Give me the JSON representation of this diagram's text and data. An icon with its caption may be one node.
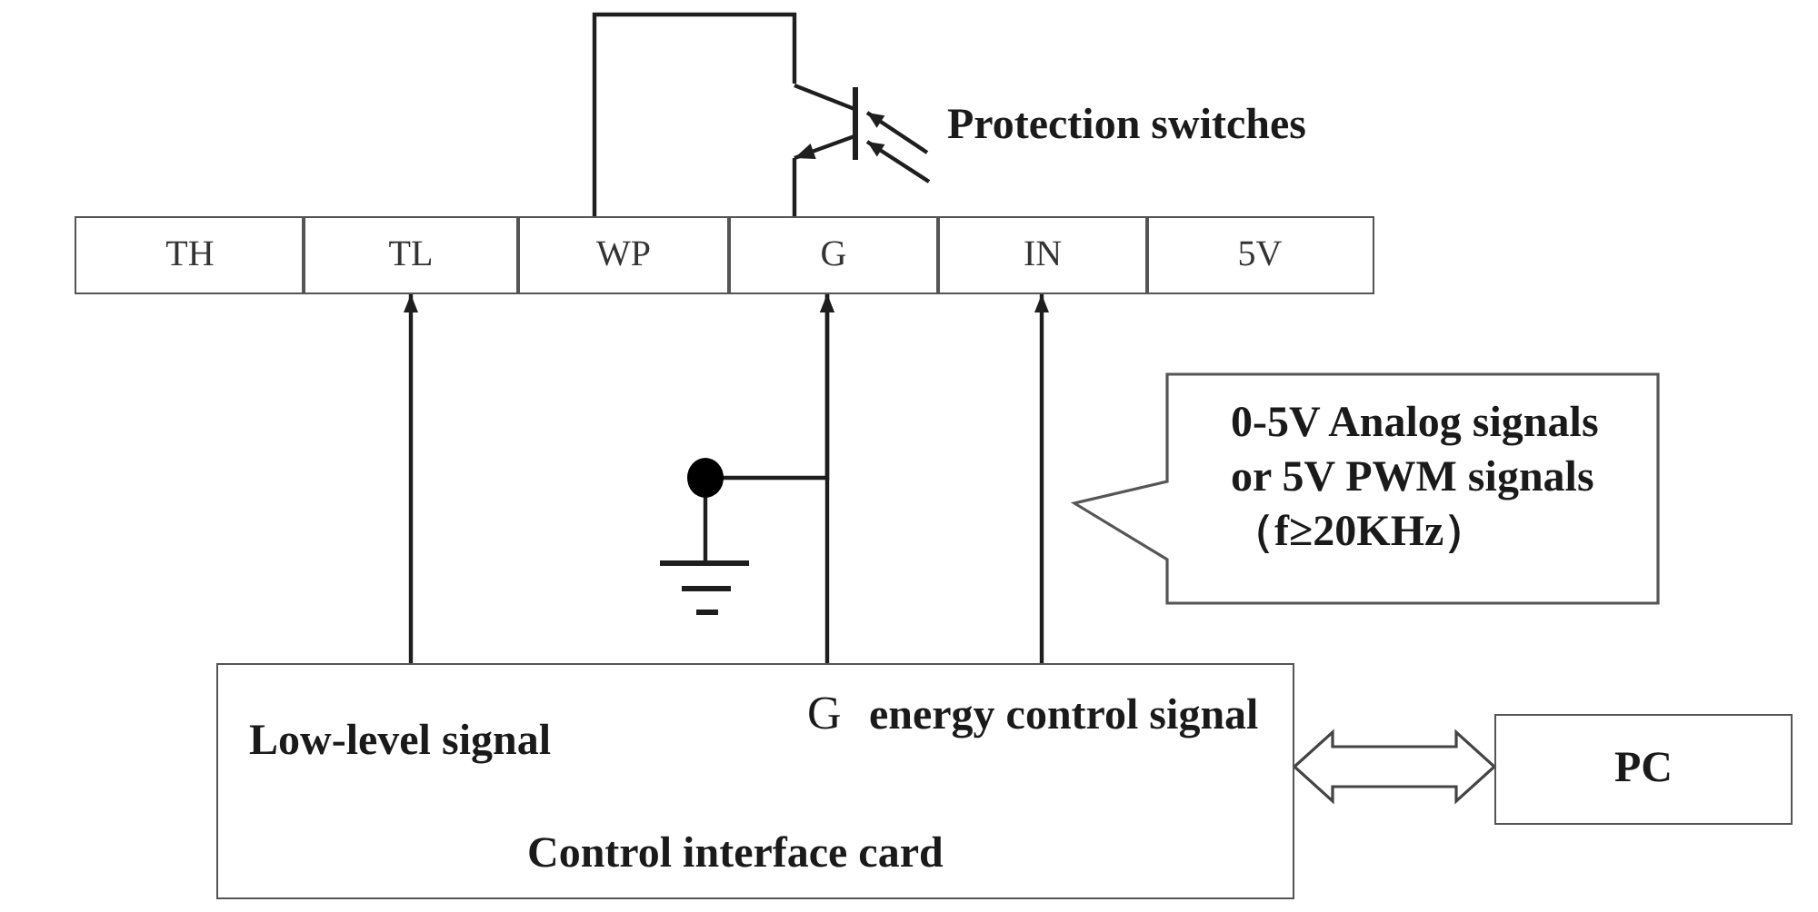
{
  "diagram": {
    "nodes": [
      {
        "text": [],
        "shape": "picture",
        "beside": [
          "Protection switches"
        ]
      },
      {
        "text": [
          "TH"
        ]
      },
      {
        "text": [
          "TL"
        ]
      },
      {
        "text": [
          "WP"
        ]
      },
      {
        "text": [
          "G"
        ]
      },
      {
        "text": [
          "IN"
        ]
      },
      {
        "text": [
          "5V"
        ]
      },
      {
        "text": [
          "0-5V Analog signals or 5V PWM signals （f≥20KHz）"
        ]
      },
      {
        "text": [],
        "shape": "picture"
      },
      {
        "text": [
          "Low-level signal",
          "G",
          "energy control signal",
          "Control interface card"
        ]
      },
      {
        "text": [
          "PC"
        ]
      }
    ],
    "edges": [
      {
        "from": 3,
        "to": 0,
        "arrow": "none"
      },
      {
        "from": 0,
        "to": 4,
        "arrow": "none"
      },
      {
        "from": 9,
        "to": 2,
        "arrow": "to"
      },
      {
        "from": 9,
        "to": 4,
        "arrow": "to"
      },
      {
        "from": 8,
        "to": 4,
        "arrow": "to"
      },
      {
        "from": 9,
        "to": 5,
        "arrow": "to"
      },
      {
        "from": 9,
        "to": 10,
        "arrow": "both",
        "style": "thick"
      }
    ]
  }
}
